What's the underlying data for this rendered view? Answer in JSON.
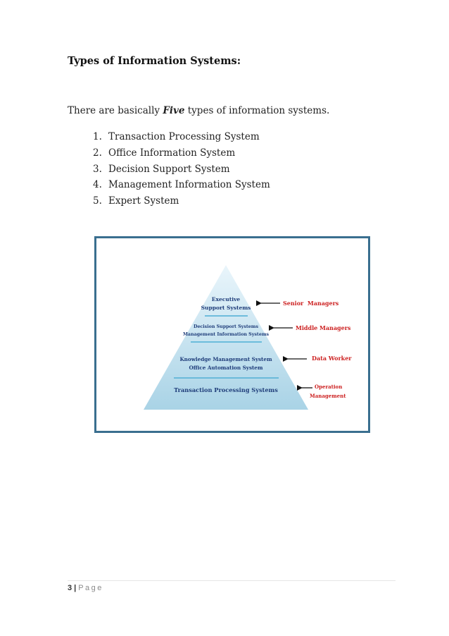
{
  "heading": "Types of Information Systems:",
  "intro": {
    "before": "There are basically ",
    "emphasis": "Five",
    "after": " types of information systems."
  },
  "types": [
    {
      "num": "1.",
      "label": "Transaction Processing System"
    },
    {
      "num": "2.",
      "label": "Office Information System"
    },
    {
      "num": "3.",
      "label": "Decision Support System"
    },
    {
      "num": "4.",
      "label": "Management Information System"
    },
    {
      "num": "5.",
      "label": "Expert System"
    }
  ],
  "diagram": {
    "levels": [
      {
        "lines": [
          "Executive",
          "Support Systems"
        ]
      },
      {
        "lines": [
          "Decision Support Systems",
          "Management Information Systems"
        ]
      },
      {
        "lines": [
          "Knowledge Management System",
          "Office Automation System"
        ]
      },
      {
        "lines": [
          "Transaction Processing Systems"
        ]
      }
    ],
    "audiences": [
      {
        "lines": [
          "Senior  Managers"
        ]
      },
      {
        "lines": [
          "Middle Managers"
        ]
      },
      {
        "lines": [
          "Data Worker"
        ]
      },
      {
        "lines": [
          "Operation",
          "Management"
        ]
      }
    ],
    "colors": {
      "frame": "#3a6f8f",
      "pyramid_top": "#e9f5fb",
      "pyramid_bottom": "#a9d3e6",
      "divider": "#5fb6d8",
      "level_text": "#1f3d7a",
      "audience_text": "#cc1f1f",
      "arrow": "#111111"
    }
  },
  "footer": {
    "page_number": "3",
    "separator": "|",
    "page_word": "Page"
  }
}
